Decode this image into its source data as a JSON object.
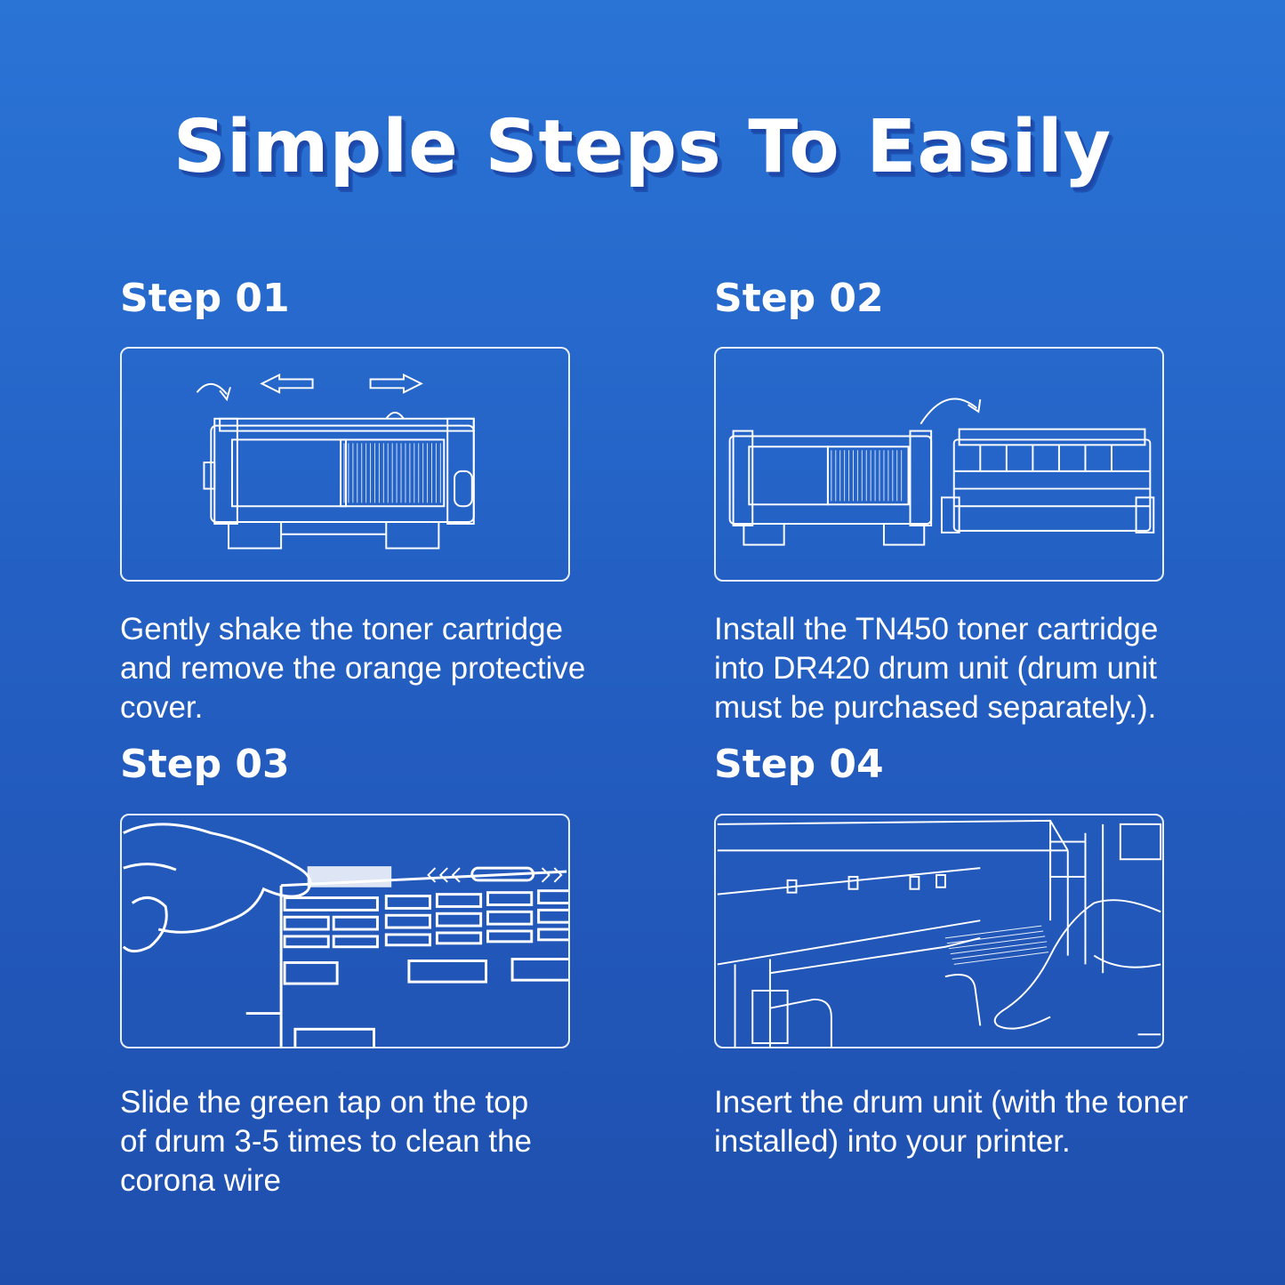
{
  "title": "Simple Steps To Easily",
  "steps": [
    {
      "heading": "Step 01",
      "lines": [
        "Gently shake the toner cartridge",
        "and remove the orange protective",
        "cover."
      ]
    },
    {
      "heading": "Step 02",
      "lines": [
        "Install the TN450 toner cartridge",
        "into DR420 drum unit (drum unit",
        "must be purchased separately.)."
      ]
    },
    {
      "heading": "Step 03",
      "lines": [
        "Slide the green tap on the top",
        "of drum 3-5 times to clean the",
        "corona wire"
      ]
    },
    {
      "heading": "Step 04",
      "lines": [
        "Insert the drum unit (with the toner",
        "installed) into your printer."
      ]
    }
  ],
  "colors": {
    "background_top": "#2a74d6",
    "background_bottom": "#1f4fae",
    "line_art": "#ffffff"
  }
}
